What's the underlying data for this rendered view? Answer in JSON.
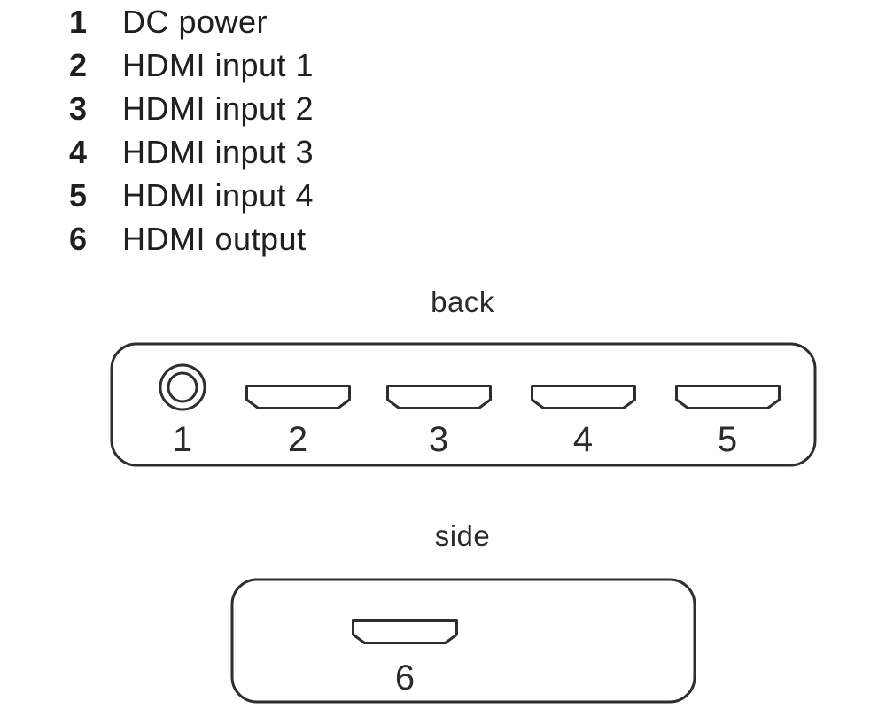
{
  "legend": {
    "items": [
      {
        "num": "1",
        "label": "DC power"
      },
      {
        "num": "2",
        "label": "HDMI input 1"
      },
      {
        "num": "3",
        "label": "HDMI input 2"
      },
      {
        "num": "4",
        "label": "HDMI input 3"
      },
      {
        "num": "5",
        "label": "HDMI input 4"
      },
      {
        "num": "6",
        "label": "HDMI output"
      }
    ]
  },
  "back_view": {
    "title": "back",
    "dc_jack_label": "1",
    "port_labels": [
      "2",
      "3",
      "4",
      "5"
    ]
  },
  "side_view": {
    "title": "side",
    "port_label": "6"
  },
  "colors": {
    "line": "#2e2e2e",
    "text": "#1f1f1f",
    "background": "#ffffff"
  }
}
